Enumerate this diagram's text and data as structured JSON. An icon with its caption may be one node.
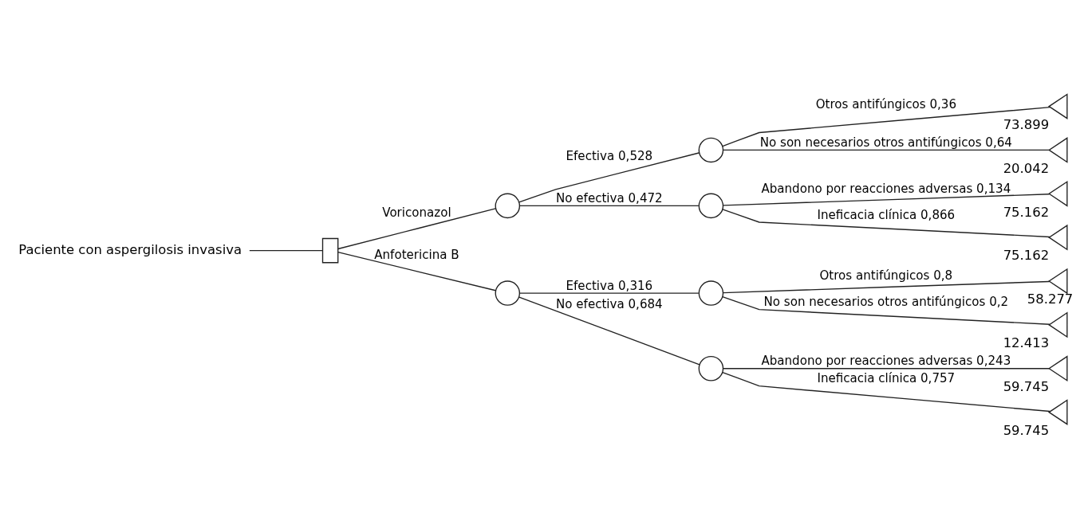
{
  "diagram": {
    "nodes": [
      {
        "text": [
          "Paciente con aspergilosis invasiva"
        ]
      },
      {
        "text": [],
        "shape": "box"
      },
      {
        "text": [],
        "shape": "circle"
      },
      {
        "text": [],
        "shape": "circle"
      },
      {
        "text": [],
        "shape": "circle"
      },
      {
        "text": [],
        "shape": "circle"
      },
      {
        "text": [],
        "shape": "circle"
      },
      {
        "text": [],
        "shape": "circle"
      },
      {
        "text": [],
        "shape": "triangle",
        "beside": [
          "73.899"
        ]
      },
      {
        "text": [],
        "shape": "triangle",
        "beside": [
          "20.042"
        ]
      },
      {
        "text": [],
        "shape": "triangle",
        "beside": [
          "75.162"
        ]
      },
      {
        "text": [],
        "shape": "triangle",
        "beside": [
          "75.162"
        ]
      },
      {
        "text": [],
        "shape": "triangle",
        "beside": [
          "58.277"
        ]
      },
      {
        "text": [],
        "shape": "triangle",
        "beside": [
          "12.413"
        ]
      },
      {
        "text": [],
        "shape": "triangle",
        "beside": [
          "59.745"
        ]
      },
      {
        "text": [],
        "shape": "triangle",
        "beside": [
          "59.745"
        ]
      }
    ],
    "edges": [
      {
        "from": 0,
        "to": 1,
        "arrow": "none"
      },
      {
        "from": 1,
        "to": 2,
        "arrow": "none",
        "label": "Voriconazol"
      },
      {
        "from": 1,
        "to": 3,
        "arrow": "none",
        "label": "Anfotericina B"
      },
      {
        "from": 2,
        "to": 4,
        "arrow": "none",
        "label": "Efectiva 0,528"
      },
      {
        "from": 2,
        "to": 5,
        "arrow": "none",
        "label": "No efectiva 0,472"
      },
      {
        "from": 3,
        "to": 6,
        "arrow": "none",
        "label": "Efectiva 0,316"
      },
      {
        "from": 3,
        "to": 7,
        "arrow": "none",
        "label": "No efectiva 0,684"
      },
      {
        "from": 4,
        "to": 8,
        "arrow": "none",
        "label": "Otros antifúngicos 0,36"
      },
      {
        "from": 4,
        "to": 9,
        "arrow": "none",
        "label": "No son necesarios otros antifúngicos 0,64"
      },
      {
        "from": 5,
        "to": 10,
        "arrow": "none",
        "label": "Abandono por reacciones adversas 0,134"
      },
      {
        "from": 5,
        "to": 11,
        "arrow": "none",
        "label": "Ineficacia clínica 0,866"
      },
      {
        "from": 6,
        "to": 12,
        "arrow": "none",
        "label": "Otros antifúngicos 0,8"
      },
      {
        "from": 6,
        "to": 13,
        "arrow": "none",
        "label": "No son necesarios otros antifúngicos 0,2"
      },
      {
        "from": 7,
        "to": 14,
        "arrow": "none",
        "label": "Abandono por reacciones adversas 0,243"
      },
      {
        "from": 7,
        "to": 15,
        "arrow": "none",
        "label": "Ineficacia clínica 0,757"
      }
    ]
  }
}
